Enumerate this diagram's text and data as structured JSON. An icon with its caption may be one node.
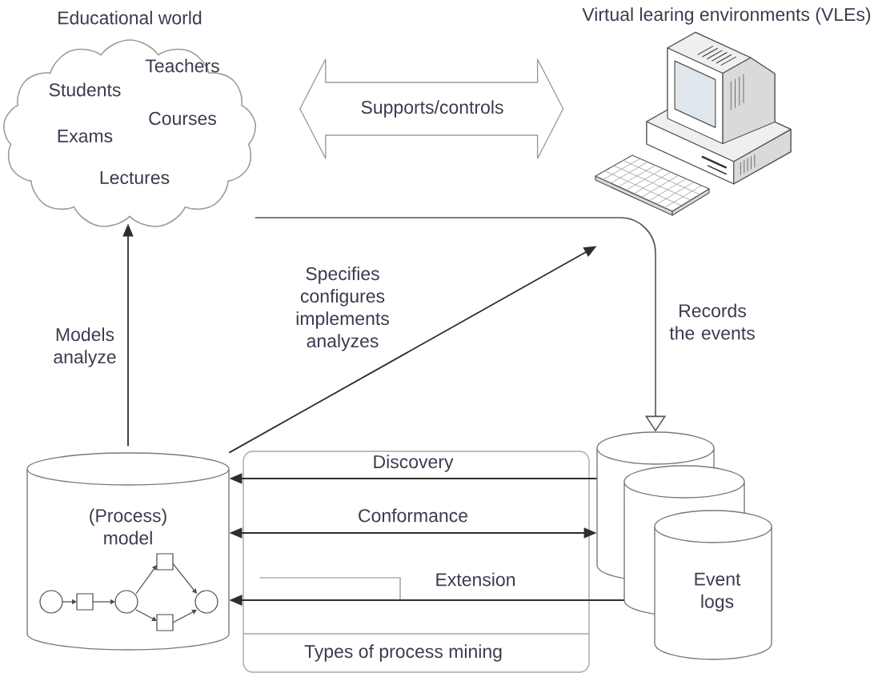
{
  "diagram": {
    "nodes": [
      {
        "text": [
          "Educational world",
          "Teachers",
          "Students",
          "Courses",
          "Exams",
          "Lectures"
        ]
      },
      {
        "text": [
          "Virtual learing environments (VLEs)"
        ]
      },
      {
        "text": [
          "(Process) model"
        ]
      },
      {
        "text": [
          "Types of process mining"
        ]
      },
      {
        "text": [],
        "shape": "cylinder"
      },
      {
        "text": [],
        "shape": "cylinder"
      },
      {
        "text": [
          "Event logs"
        ]
      }
    ],
    "edges": [
      {
        "from": 0,
        "to": 1,
        "arrow": "both",
        "label": "Supports/controls",
        "style": "thick"
      },
      {
        "from": 0,
        "to": 4,
        "arrow": "to",
        "label": "Records the events"
      },
      {
        "from": 2,
        "to": 0,
        "arrow": "to",
        "label": "Models analyze"
      },
      {
        "from": 2,
        "to": 1,
        "arrow": "to",
        "label": "Specifies configures implements analyzes"
      },
      {
        "from": 4,
        "to": 2,
        "arrow": "to",
        "label": "Discovery"
      },
      {
        "from": 4,
        "to": 2,
        "arrow": "both",
        "label": "Conformance"
      },
      {
        "from": 5,
        "to": 2,
        "arrow": "to",
        "label": "Extension"
      },
      {
        "from": null,
        "to": 2,
        "arrow": "to",
        "color": "#8c8c8c"
      }
    ]
  }
}
